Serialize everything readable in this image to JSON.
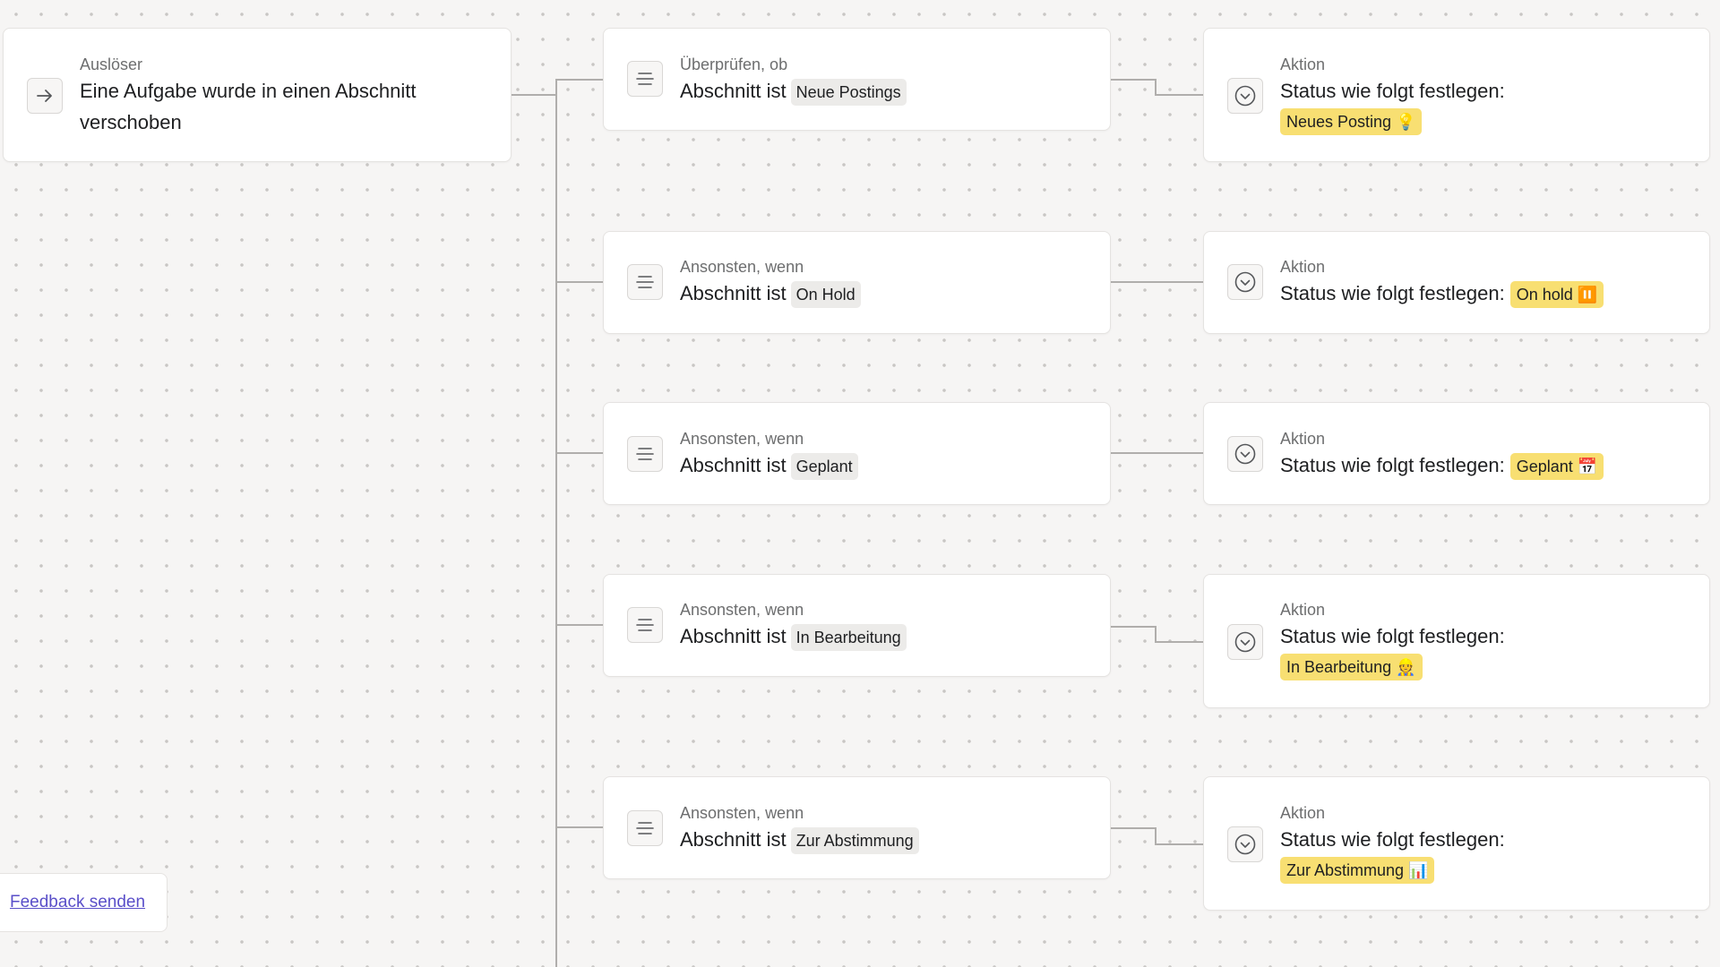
{
  "trigger": {
    "label": "Auslöser",
    "text": "Eine Aufgabe wurde in einen Abschnitt verschoben"
  },
  "conditions": [
    {
      "label": "Überprüfen, ob",
      "prefix": "Abschnitt ist",
      "section": "Neue Postings"
    },
    {
      "label": "Ansonsten, wenn",
      "prefix": "Abschnitt ist",
      "section": "On Hold"
    },
    {
      "label": "Ansonsten, wenn",
      "prefix": "Abschnitt ist",
      "section": "Geplant"
    },
    {
      "label": "Ansonsten, wenn",
      "prefix": "Abschnitt ist",
      "section": "In Bearbeitung"
    },
    {
      "label": "Ansonsten, wenn",
      "prefix": "Abschnitt ist",
      "section": "Zur Abstimmung"
    }
  ],
  "actions": [
    {
      "label": "Aktion",
      "text": "Status wie folgt festlegen:",
      "status": "Neues Posting 💡"
    },
    {
      "label": "Aktion",
      "text": "Status wie folgt festlegen:",
      "status": "On hold ⏸️"
    },
    {
      "label": "Aktion",
      "text": "Status wie folgt festlegen:",
      "status": "Geplant 📅"
    },
    {
      "label": "Aktion",
      "text": "Status wie folgt festlegen:",
      "status": "In Bearbeitung 👷"
    },
    {
      "label": "Aktion",
      "text": "Status wie folgt festlegen:",
      "status": "Zur Abstimmung 📊"
    }
  ],
  "feedback": {
    "link": "Feedback senden"
  },
  "icons": {
    "trigger": "arrow-right-icon",
    "condition": "branch-lines-icon",
    "action": "chevron-circle-icon"
  },
  "colors": {
    "status_tag": "#f8df72",
    "section_tag": "#ecebe9",
    "feedback_link": "#5a4fc9"
  }
}
